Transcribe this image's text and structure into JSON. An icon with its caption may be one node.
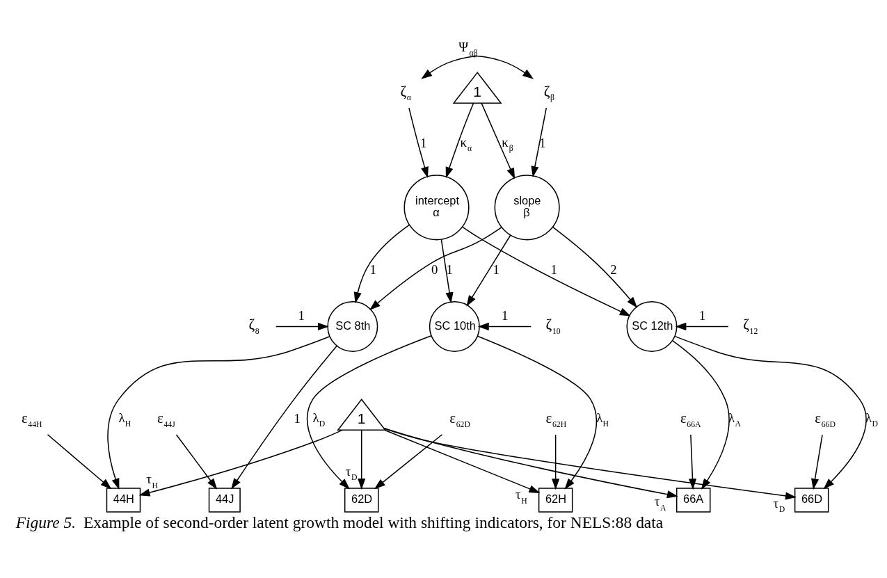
{
  "diagram": {
    "caption": "*Figure 5*.  Example of second-order latent growth model with shifting indicators, for NELS:88 data",
    "nodes": [
      {
        "text": [
          "1"
        ]
      },
      {
        "text": [
          "intercept",
          "α"
        ]
      },
      {
        "text": [
          "slope",
          "β"
        ]
      },
      {
        "text": [
          "ζ$_{α}$"
        ]
      },
      {
        "text": [
          "ζ$_{β}$"
        ]
      },
      {
        "text": [
          "SC 8th"
        ]
      },
      {
        "text": [
          "SC 10th"
        ]
      },
      {
        "text": [
          "SC 12th"
        ]
      },
      {
        "text": [
          "ζ$_{8}$"
        ]
      },
      {
        "text": [
          "ζ$_{10}$"
        ]
      },
      {
        "text": [
          "ζ$_{12}$"
        ]
      },
      {
        "text": [
          "44H"
        ]
      },
      {
        "text": [
          "44J"
        ]
      },
      {
        "text": [
          "62D"
        ]
      },
      {
        "text": [
          "62H"
        ]
      },
      {
        "text": [
          "66A"
        ]
      },
      {
        "text": [
          "66D"
        ]
      },
      {
        "text": [
          "ε$_{44H}$"
        ]
      },
      {
        "text": [
          "ε$_{44J}$"
        ]
      },
      {
        "text": [
          "ε$_{62D}$"
        ]
      },
      {
        "text": [
          "ε$_{62H}$"
        ]
      },
      {
        "text": [
          "ε$_{66A}$"
        ]
      },
      {
        "text": [
          "ε$_{66D}$"
        ]
      },
      {
        "text": [
          "1"
        ]
      }
    ],
    "edges": [
      {
        "from": 3,
        "to": 4,
        "arrow": "both",
        "label": "Ψ$_{αβ}$"
      },
      {
        "from": 3,
        "to": 1,
        "arrow": "to",
        "label": "1"
      },
      {
        "from": 4,
        "to": 2,
        "arrow": "to",
        "label": "1"
      },
      {
        "from": 0,
        "to": 1,
        "arrow": "to",
        "label": "κ$_{α}$"
      },
      {
        "from": 0,
        "to": 2,
        "arrow": "to",
        "label": "κ$_{β}$"
      },
      {
        "from": 1,
        "to": 5,
        "arrow": "to",
        "label": "1"
      },
      {
        "from": 1,
        "to": 6,
        "arrow": "to",
        "label": "1"
      },
      {
        "from": 1,
        "to": 7,
        "arrow": "to",
        "label": "1"
      },
      {
        "from": 2,
        "to": 5,
        "arrow": "to",
        "label": "0"
      },
      {
        "from": 2,
        "to": 6,
        "arrow": "to",
        "label": "1"
      },
      {
        "from": 2,
        "to": 7,
        "arrow": "to",
        "label": "2"
      },
      {
        "from": 8,
        "to": 5,
        "arrow": "to",
        "label": "1"
      },
      {
        "from": 9,
        "to": 6,
        "arrow": "to",
        "label": "1"
      },
      {
        "from": 10,
        "to": 7,
        "arrow": "to",
        "label": "1"
      },
      {
        "from": 5,
        "to": 11,
        "arrow": "to",
        "label": "λ$_{H}$"
      },
      {
        "from": 5,
        "to": 12,
        "arrow": "to",
        "label": "1"
      },
      {
        "from": 6,
        "to": 13,
        "arrow": "to",
        "label": "λ$_{D}$"
      },
      {
        "from": 6,
        "to": 14,
        "arrow": "to",
        "label": "λ$_{H}$"
      },
      {
        "from": 7,
        "to": 15,
        "arrow": "to",
        "label": "λ$_{A}$"
      },
      {
        "from": 7,
        "to": 16,
        "arrow": "to",
        "label": "λ$_{D}$"
      },
      {
        "from": 17,
        "to": 11,
        "arrow": "to"
      },
      {
        "from": 18,
        "to": 12,
        "arrow": "to"
      },
      {
        "from": 19,
        "to": 13,
        "arrow": "to"
      },
      {
        "from": 20,
        "to": 14,
        "arrow": "to"
      },
      {
        "from": 21,
        "to": 15,
        "arrow": "to"
      },
      {
        "from": 22,
        "to": 16,
        "arrow": "to"
      },
      {
        "from": 23,
        "to": 11,
        "arrow": "to",
        "label": "τ$_{H}$"
      },
      {
        "from": 23,
        "to": 13,
        "arrow": "to",
        "label": "τ$_{D}$"
      },
      {
        "from": 23,
        "to": 14,
        "arrow": "to",
        "label": "τ$_{H}$"
      },
      {
        "from": 23,
        "to": 15,
        "arrow": "to",
        "label": "τ$_{A}$"
      },
      {
        "from": 23,
        "to": 16,
        "arrow": "to",
        "label": "τ$_{D}$"
      }
    ]
  }
}
